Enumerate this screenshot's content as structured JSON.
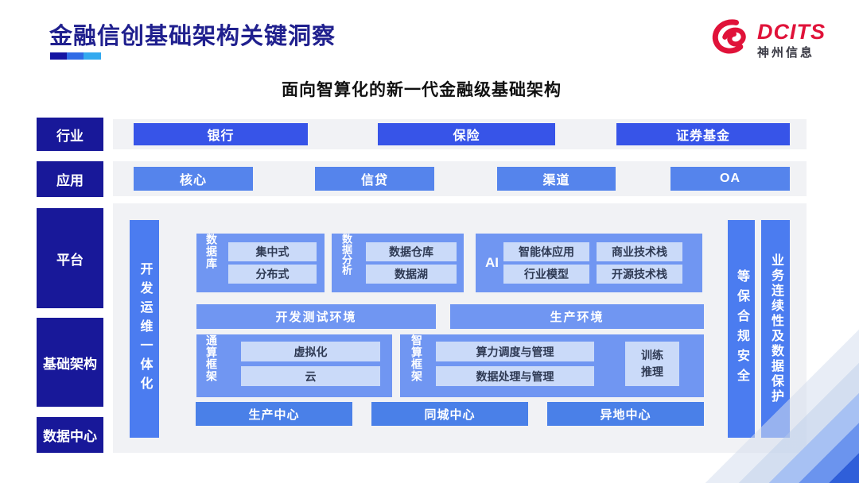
{
  "header": {
    "title": "金融信创基础架构关键洞察",
    "logo": {
      "brand": "DCITS",
      "company": "神州信息"
    }
  },
  "diagram": {
    "subtitle": "面向智算化的新一代金融级基础架构",
    "row_labels": {
      "industry": "行业",
      "application": "应用",
      "platform": "平台",
      "infrastructure": "基础架构",
      "datacenter": "数据中心"
    },
    "industry": {
      "items": [
        "银行",
        "保险",
        "证券基金"
      ]
    },
    "application": {
      "items": [
        "核心",
        "信贷",
        "渠道",
        "OA"
      ]
    },
    "pillars": {
      "devops": "开发运维一体化",
      "security": "等保合规安全",
      "continuity": "业务连续性及数据保护"
    },
    "platform": {
      "database": {
        "label": "数据库",
        "items": [
          "集中式",
          "分布式"
        ]
      },
      "analytics": {
        "label": "数据分析",
        "items": [
          "数据仓库",
          "数据湖"
        ]
      },
      "ai": {
        "label": "AI",
        "items": [
          "智能体应用",
          "商业技术栈",
          "行业模型",
          "开源技术栈"
        ]
      },
      "env": {
        "dev": "开发测试环境",
        "prod": "生产环境"
      }
    },
    "infrastructure": {
      "general": {
        "label": "通算框架",
        "items": [
          "虚拟化",
          "云"
        ]
      },
      "intelligent": {
        "label": "智算框架",
        "items": [
          "算力调度与管理",
          "数据处理与管理"
        ],
        "side_lines": [
          "训练",
          "推理"
        ]
      }
    },
    "datacenter": {
      "items": [
        "生产中心",
        "同城中心",
        "异地中心"
      ]
    }
  },
  "colors": {
    "title_navy": "#20208e",
    "label_navy": "#181899",
    "industry_blue": "#3754e8",
    "application_blue": "#5584ec",
    "pillar_blue": "#4b7cf0",
    "group_blue": "#7096f2",
    "lite_box_blue": "#cadaf9",
    "center_blue": "#4a80e8",
    "strip_gray": "#f1f2f5",
    "logo_red": "#e01239"
  }
}
